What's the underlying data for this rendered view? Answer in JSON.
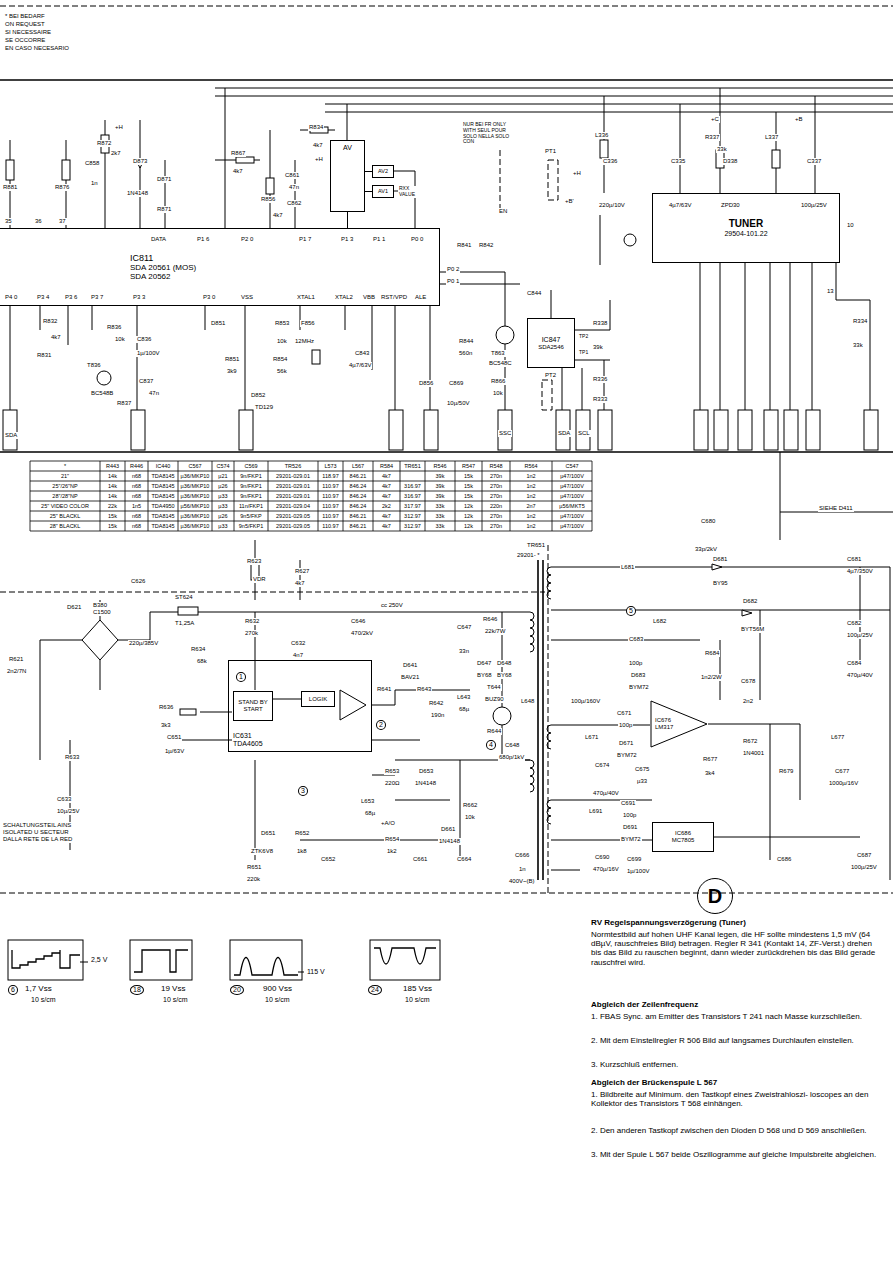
{
  "diagram": {
    "nodes": [
      {
        "text": [
          "AV"
        ]
      },
      {
        "text": [
          "AV2"
        ]
      },
      {
        "text": [
          "AV1"
        ]
      },
      {
        "text": [
          "TUNER",
          "29504-101.22"
        ]
      },
      {
        "text": [
          "IC811",
          "SDA 20561 (MOS)",
          "SDA 20562"
        ]
      },
      {
        "text": [
          "IC847",
          "SDA2546"
        ]
      },
      {
        "text": [
          "IC631",
          "TDA4605"
        ]
      },
      {
        "text": [
          "STAND BY",
          "START"
        ],
        "in": 6
      },
      {
        "text": [
          "LOGIK"
        ],
        "in": 6
      },
      {
        "text": [
          "IC676",
          "LM317"
        ]
      },
      {
        "text": [
          "IC686",
          "MC7805"
        ]
      },
      {
        "text": [
          "D"
        ]
      }
    ],
    "edges": [
      {
        "from": 0,
        "to": 4,
        "arrow": "none"
      },
      {
        "from": 1,
        "to": 0,
        "arrow": "none"
      },
      {
        "from": 2,
        "to": 0,
        "arrow": "none"
      },
      {
        "from": 7,
        "to": 8,
        "arrow": "none"
      }
    ],
    "labels": [
      "* BEI BEDARF",
      "ON REQUEST",
      "SI NECESSAIRE",
      "SE OCCORRE",
      "EN CASO NECESARIO",
      "R881",
      "R876",
      "R872",
      "2k7",
      "C858",
      "1n",
      "D873",
      "1N4148",
      "D871",
      "R871",
      "+H",
      "R867",
      "4k7",
      "R856",
      "4k7",
      "R834",
      "4k7",
      "C861",
      "47n",
      "C862",
      "+H",
      "NUR BEI FR ONLY WITH SEUL POUR SOLO NELLA SOLO CON",
      "RXX VALUE",
      "EN",
      "PT1",
      "+H",
      "+B'",
      "L336",
      "C336",
      "220µ/10V",
      "+C",
      "R337",
      "33k",
      "C335",
      "4µ7/63V",
      "D338",
      "ZPD30",
      "+B",
      "L337",
      "C337",
      "100µ/25V",
      "10",
      "13",
      "R334",
      "33k",
      "35",
      "36",
      "37",
      "DATA",
      "P1 6",
      "P2 0",
      "P1 7",
      "P1 3",
      "P1 1",
      "P0 0",
      "P4 0",
      "P3 4",
      "P3 6",
      "P3 7",
      "P3 3",
      "P3 0",
      "VSS",
      "XTAL1",
      "XTAL2",
      "VBB",
      "RST/VPD",
      "ALE",
      "P0 2",
      "P0 1",
      "R841",
      "R842",
      "C844",
      "TP2",
      "TP1",
      "T863",
      "BC548C",
      "R844",
      "560n",
      "C869",
      "10µ/50V",
      "R866",
      "10k",
      "D856",
      "R338",
      "39k",
      "PT2",
      "R336",
      "R333",
      "R832",
      "4k7",
      "R831",
      "R836",
      "10k",
      "C836",
      "1µ/100V",
      "T836",
      "BC548B",
      "C837",
      "47n",
      "R837",
      "D851",
      "R853",
      "10k",
      "R851",
      "3k9",
      "R854",
      "56k",
      "D852",
      "TD129",
      "F856",
      "12MHz",
      "C843",
      "4µ7/63V",
      "SDA",
      "SSC",
      "SDA",
      "SCL",
      "SIEHE D411",
      "R623",
      "VDR",
      "R627",
      "4k7",
      "C626",
      "220µ/385V",
      "ST624",
      "T1,25A",
      "D621",
      "B380 C1500",
      "R621",
      "2n2/7N",
      "cc 250V",
      "R632",
      "270k",
      "R634",
      "68k",
      "C632",
      "4n7",
      "C646",
      "470/2kV",
      "C647",
      "33n",
      "R646",
      "22k/7W",
      "D647",
      "D648",
      "BY68",
      "BY68",
      "D641",
      "BAV21",
      "R641",
      "R643",
      "R642",
      "190n",
      "L643",
      "68µ",
      "T644",
      "BUZ90",
      "L648",
      "C648",
      "680p/1kV",
      "R644",
      "R636",
      "3k3",
      "C651",
      "1µ/63V",
      "R653",
      "220Ω",
      "D653",
      "1N4148",
      "L653",
      "68µ",
      "R662",
      "10k",
      "+A/O",
      "R654",
      "1k2",
      "D661",
      "1N4148",
      "D651",
      "ZTK6V8",
      "R652",
      "1k8",
      "C652",
      "C661",
      "C664",
      "R651",
      "220k",
      "C633",
      "10µ/25V",
      "R633",
      "SCHALTUNGSTEIL AINS ISOLATED U SECTEUR DALLA RETE DE LA RED",
      "TR651",
      "29201- *",
      "1",
      "2",
      "3",
      "4",
      "5",
      "C680",
      "33p/2kV",
      "D681",
      "BY95",
      "L681",
      "L682",
      "D682",
      "BYT56M",
      "C683",
      "100p",
      "D683",
      "BYM72",
      "R684",
      "1n2/2W",
      "C678",
      "2n2",
      "R677",
      "3k4",
      "C671",
      "100p",
      "D671",
      "BYM72",
      "L671",
      "C674",
      "470µ/40V",
      "C675",
      "µ33",
      "R672",
      "1N4001",
      "R679",
      "L677",
      "C677",
      "1000µ/16V",
      "C691",
      "100p",
      "D691",
      "BYM72",
      "L691",
      "C690",
      "470µ/16V",
      "C699",
      "1µ/100V",
      "C686",
      "C687",
      "100µ/25V",
      "C666",
      "1n",
      "400V~(B)",
      "C681",
      "4µ7/350V",
      "C682",
      "100µ/25V",
      "C684",
      "470µ/40V",
      "100µ/160V",
      "2,5 V",
      "1,7 Vss",
      "10 s/cm",
      "19 Vss",
      "10 s/cm",
      "115 V",
      "900 Vss",
      "10 s/cm",
      "185 Vss",
      "10 s/cm",
      "6",
      "18",
      "20",
      "24",
      "RV Regelspannungsverzögerung (Tuner)",
      "Normtestbild auf hohen UHF Kanal legen, die HF sollte mindestens 1,5 mV (64 dBµV, rauschfreies Bild) betragen. Regler R 341 (Kontakt 14, ZF-Verst.) drehen bis das Bild zu rauschen beginnt, dann wieder zurückdrehen bis das Bild gerade rauschfrei wird.",
      "Abgleich der Zeilenfrequenz",
      "1. FBAS Sync. am Emitter des Transistors T 241 nach Masse kurzschließen.",
      "2. Mit dem Einstellregler R 506 Bild auf langsames Durchlaufen einstellen.",
      "3. Kurzschluß entfernen.",
      "Abgleich der Brückenspule L 567",
      "1. Bildbreite auf Minimum. den Tastkopf eines Zweistrahloszi- loscopes an den Kollektor des Transistors T 568 einhängen.",
      "2. Den anderen Tastkopf zwischen den Dioden D 568 und D 569 anschließen.",
      "3. Mit der Spule L 567 beide Oszillogramme auf gleiche Impulsbreite abgleichen.",
      "*",
      "R443",
      "R446",
      "IC440",
      "C567",
      "C574",
      "C569",
      "TR526",
      "L573",
      "L567",
      "R584",
      "TR651",
      "R546",
      "R547",
      "R548",
      "R564",
      "C547",
      "21\"",
      "14k",
      "n68",
      "TDA8145",
      "µ36/MKP10",
      "µ21",
      "9n/FKP1",
      "29201-029.01",
      "118.97",
      "846.21",
      "4k7",
      "39k",
      "15k",
      "270n",
      "1n2",
      "µ47/100V",
      "25\"/26\"NP",
      "14k",
      "n68",
      "TDA8145",
      "µ36/MKP10",
      "µ26",
      "9n/FKP1",
      "29201-029.01",
      "110.97",
      "846.24",
      "4k7",
      "316.97",
      "39k",
      "15k",
      "270n",
      "1n2",
      "µ47/100V",
      "28\"/28\"NP",
      "14k",
      "n68",
      "TDA8145",
      "µ36/MKP10",
      "µ33",
      "9n/FKP1",
      "29201-029.01",
      "110.97",
      "846.24",
      "4k7",
      "316.97",
      "39k",
      "15k",
      "270n",
      "1n2",
      "µ47/100V",
      "25\" VIDEO COLOR",
      "22k",
      "1n5",
      "TDA4950",
      "µ56/MKP10",
      "µ33",
      "11n/FKP1",
      "29201-029.04",
      "110.97",
      "846.24",
      "2k2",
      "317.97",
      "33k",
      "12k",
      "220n",
      "2n7",
      "µ56/MKT5",
      "25\" BLACKL",
      "15k",
      "n68",
      "TDA8145",
      "µ36/MKP10",
      "µ26",
      "9n5/FKP",
      "29201-029.05",
      "110.97",
      "846.21",
      "4k7",
      "312.97",
      "33k",
      "12k",
      "270n",
      "1n2",
      "µ47/100V",
      "28\" BLACKL",
      "15k",
      "n68",
      "TDA8145",
      "µ36/MKP10",
      "µ33",
      "9n5/FKP1",
      "29201-029.05",
      "110.97",
      "846.21",
      "4k7",
      "312.97",
      "33k",
      "12k",
      "270n",
      "1n2",
      "µ47/100V"
    ]
  }
}
